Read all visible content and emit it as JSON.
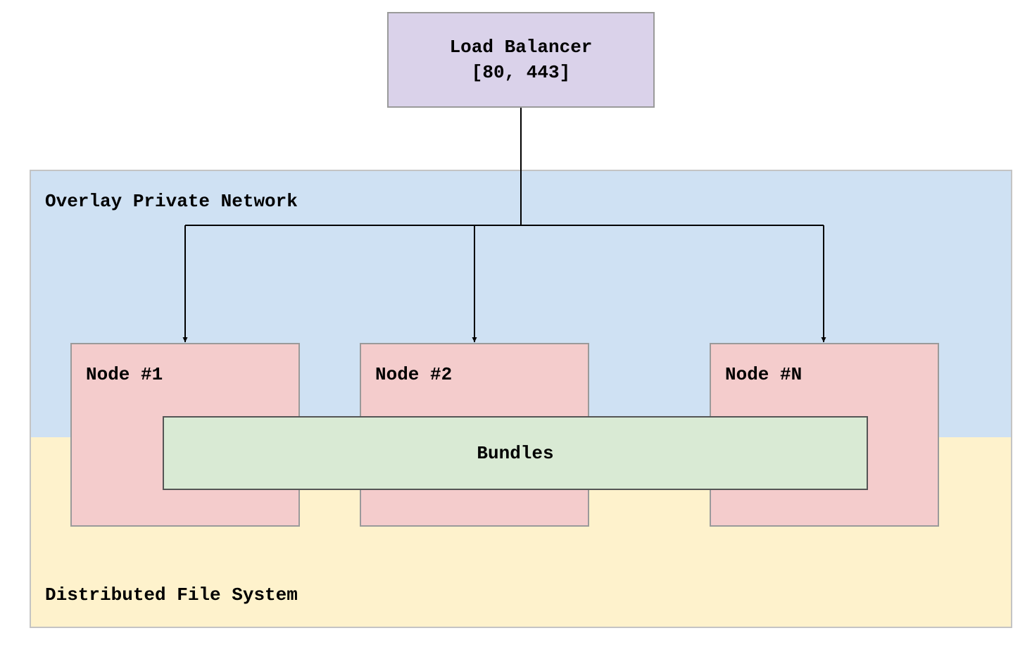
{
  "colors": {
    "load_balancer_fill": "#dad2ea",
    "network_fill": "#cfe1f3",
    "file_system_fill": "#fef2cc",
    "node_fill": "#f4cccc",
    "bundles_fill": "#d9ead4",
    "edge": "#000000"
  },
  "load_balancer": {
    "name": "Load Balancer",
    "ports": "[80, 443]"
  },
  "regions": {
    "network": "Overlay Private Network",
    "file_system": "Distributed File System"
  },
  "nodes": [
    "Node #1",
    "Node #2",
    "Node #N"
  ],
  "bundles": "Bundles"
}
